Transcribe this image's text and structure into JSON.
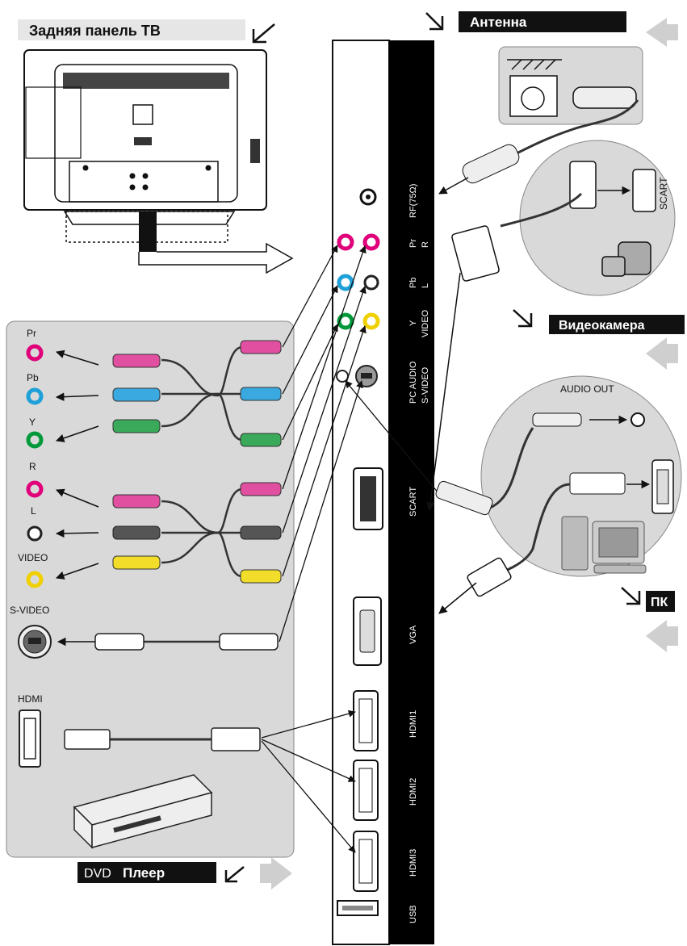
{
  "headers": {
    "back_panel": "Задняя панель ТВ",
    "antenna": "Антенна",
    "camcorder": "Видеокамера",
    "pc": "ПК",
    "dvd_prefix": "DVD",
    "dvd_suffix": "Плеер"
  },
  "colors": {
    "pr": "#e0007a",
    "pb": "#1ea0d8",
    "y": "#00993a",
    "r": "#e0007a",
    "l": "#ffffff",
    "video": "#f0d000",
    "panel_bg": "#d9d9d9",
    "strip": "#000000",
    "hint_arrow": "#cfcfcf"
  },
  "tv_strip_labels": {
    "rf": "RF(75Ω)",
    "pr": "Pr",
    "r": "R",
    "pb": "Pb",
    "l": "L",
    "y": "Y",
    "video": "VIDEO",
    "pc_audio": "PC AUDIO",
    "s_video": "S-VIDEO",
    "scart": "SCART",
    "vga": "VGA",
    "hdmi1": "HDMI1",
    "hdmi2": "HDMI2",
    "hdmi3": "HDMI3",
    "usb": "USB"
  },
  "left_panel": {
    "pr": "Pr",
    "pb": "Pb",
    "y": "Y",
    "r": "R",
    "l": "L",
    "video": "VIDEO",
    "s_video": "S-VIDEO",
    "hdmi": "HDMI"
  },
  "circle_labels": {
    "scart": "SCART",
    "audio_out": "AUDIO OUT"
  }
}
